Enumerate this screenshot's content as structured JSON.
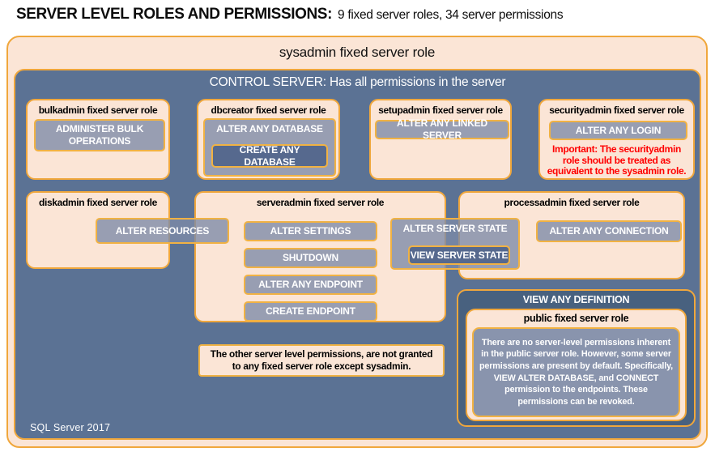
{
  "title": {
    "main": "SERVER LEVEL ROLES AND PERMISSIONS:",
    "sub": "9 fixed server roles, 34 server permissions"
  },
  "sysadmin_label": "sysadmin fixed server role",
  "control_server_label": "CONTROL SERVER: Has all permissions in the server",
  "boxes": {
    "bulkadmin": {
      "title": "bulkadmin fixed server role",
      "perm": "ADMINISTER BULK OPERATIONS"
    },
    "dbcreator": {
      "title": "dbcreator fixed server role",
      "perm_outer": "ALTER ANY DATABASE",
      "perm_inner": "CREATE ANY DATABASE"
    },
    "setupadmin": {
      "title": "setupadmin fixed server role",
      "perm": "ALTER ANY LINKED SERVER"
    },
    "securityadmin": {
      "title": "securityadmin fixed server role",
      "perm": "ALTER ANY LOGIN",
      "warning": "Important: The securityadmin role should be treated as equivalent to the sysadmin role."
    },
    "diskadmin": {
      "title": "diskadmin fixed server role",
      "perm": "ALTER RESOURCES"
    },
    "serveradmin": {
      "title": "serveradmin fixed server role",
      "perms": [
        "ALTER SETTINGS",
        "SHUTDOWN",
        "ALTER ANY ENDPOINT",
        "CREATE ENDPOINT"
      ],
      "perm_outer": "ALTER SERVER STATE",
      "perm_inner": "VIEW SERVER STATE"
    },
    "processadmin": {
      "title": "processadmin fixed server role",
      "perm": "ALTER ANY CONNECTION"
    },
    "public_role": {
      "header": "VIEW ANY DEFINITION",
      "title": "public fixed server role",
      "body": "There are no server-level permissions inherent in the public server role. However, some server permissions are present by default. Specifically, VIEW ALTER DATABASE, and CONNECT permission to the endpoints. These permissions can be revoked."
    }
  },
  "note": "The other server level permissions, are not granted to any fixed server role except sysadmin.",
  "footer": "SQL Server 2017",
  "colors": {
    "peach": "#FBE5D6",
    "gold_border": "#F0A73C",
    "slate_blue": "#5B7294",
    "perm_fill": "#8C99B3",
    "dark_panel": "#48617F",
    "warning_red": "#FF0000",
    "title_text": "#0D0D0D"
  }
}
